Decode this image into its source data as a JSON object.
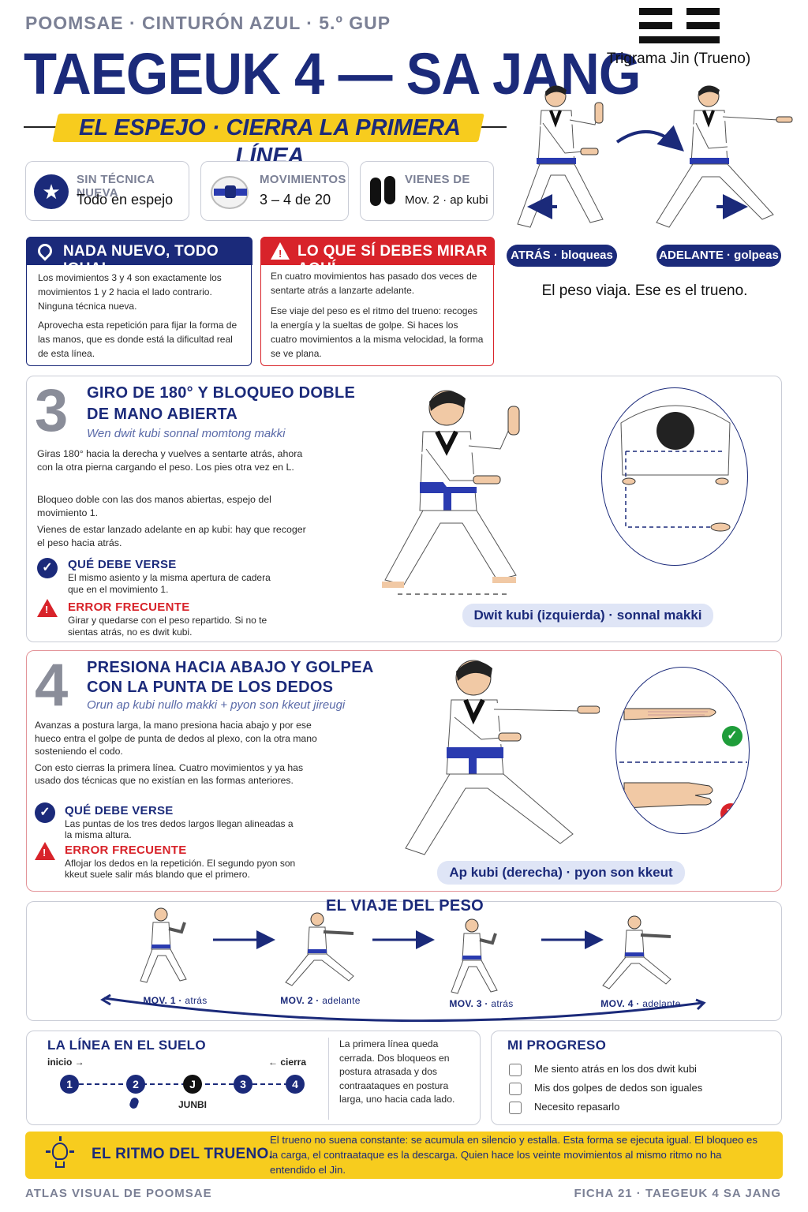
{
  "header": {
    "kicker": "POOMSAE · CINTURÓN AZUL · 5.º GUP",
    "title": "TAEGEUK 4 — SA JANG",
    "subtitle": "EL ESPEJO · CIERRA LA PRIMERA LÍNEA",
    "trigram_label": "Trigrama Jin (Trueno)"
  },
  "info_cards": [
    {
      "label": "SIN TÉCNICA NUEVA",
      "value": "Todo en espejo"
    },
    {
      "label": "MOVIMIENTOS",
      "value": "3 – 4 de 20"
    },
    {
      "label": "VIENES DE",
      "value": "Mov. 2 · ap kubi"
    }
  ],
  "hero": {
    "left_pill": "ATRÁS · bloqueas",
    "right_pill": "ADELANTE · golpeas",
    "caption": "El peso viaja. Ese es el trueno."
  },
  "box_nothing_new": {
    "title": "NADA NUEVO, TODO IGUAL",
    "p1": "Los movimientos 3 y 4 son exactamente los movimientos 1 y 2 hacia el lado contrario. Ninguna técnica nueva.",
    "p2": "Aprovecha esta repetición para fijar la forma de las manos, que es donde está la dificultad real de esta línea."
  },
  "box_watch": {
    "title": "LO QUE SÍ DEBES MIRAR AQUÍ",
    "p1": "En cuatro movimientos has pasado dos veces de sentarte atrás a lanzarte adelante.",
    "p2": "Ese viaje del peso es el ritmo del trueno: recoges la energía y la sueltas de golpe. Si haces los cuatro movimientos a la misma velocidad, la forma se ve plana."
  },
  "move3": {
    "number": "3",
    "title_line1": "GIRO DE 180° Y BLOQUEO DOBLE",
    "title_line2": "DE MANO ABIERTA",
    "korean": "Wen dwit kubi sonnal momtong makki",
    "p1": "Giras 180° hacia la derecha y vuelves a sentarte atrás, ahora con la otra pierna cargando el peso. Los pies otra vez en L.",
    "p2": "Bloqueo doble con las dos manos abiertas, espejo del movimiento 1.",
    "p3": "Vienes de estar lanzado adelante en ap kubi: hay que recoger el peso hacia atrás.",
    "check_title": "QUÉ DEBE VERSE",
    "check_text": "El mismo asiento y la misma apertura de cadera que en el movimiento 1.",
    "error_title": "ERROR FRECUENTE",
    "error_text": "Girar y quedarse con el peso repartido. Si no te sientas atrás, no es dwit kubi.",
    "stance_pill": "Dwit kubi (izquierda) · sonnal makki"
  },
  "move4": {
    "number": "4",
    "title_line1": "PRESIONA HACIA ABAJO Y GOLPEA",
    "title_line2": "CON LA PUNTA DE LOS DEDOS",
    "korean": "Orun ap kubi nullo makki + pyon son kkeut jireugi",
    "p1": "Avanzas a postura larga, la mano presiona hacia abajo y por ese hueco entra el golpe de punta de dedos al plexo, con la otra mano sosteniendo el codo.",
    "p2": "Con esto cierras la primera línea. Cuatro movimientos y ya has usado dos técnicas que no existían en las formas anteriores.",
    "check_title": "QUÉ DEBE VERSE",
    "check_text": "Las puntas de los tres dedos largos llegan alineadas a la misma altura.",
    "error_title": "ERROR FRECUENTE",
    "error_text": "Aflojar los dedos en la repetición. El segundo pyon son kkeut suele salir más blando que el primero.",
    "stance_pill": "Ap kubi (derecha) · pyon son kkeut"
  },
  "journey": {
    "title": "EL VIAJE DEL PESO",
    "steps": [
      {
        "mov": "MOV. 1",
        "dir": "atrás"
      },
      {
        "mov": "MOV. 2",
        "dir": "adelante"
      },
      {
        "mov": "MOV. 3",
        "dir": "atrás"
      },
      {
        "mov": "MOV. 4",
        "dir": "adelante"
      }
    ]
  },
  "floor_line": {
    "title": "LA LÍNEA EN EL SUELO",
    "start": "inicio →",
    "end": "← cierra",
    "nodes": [
      "1",
      "2",
      "J",
      "3",
      "4"
    ],
    "junbi": "JUNBI",
    "text": "La primera línea queda cerrada. Dos bloqueos en postura atrasada y dos contraataques en postura larga, uno hacia cada lado."
  },
  "progress": {
    "title": "MI PROGRESO",
    "items": [
      "Me siento atrás en los dos dwit kubi",
      "Mis dos golpes de dedos son iguales",
      "Necesito repasarlo"
    ]
  },
  "rhythm": {
    "title": "EL RITMO DEL TRUENO.",
    "text": "El trueno no suena constante: se acumula en silencio y estalla. Esta forma se ejecuta igual. El bloqueo es la carga, el contraataque es la descarga. Quien hace los veinte movimientos al mismo ritmo no ha entendido el Jin."
  },
  "footer": {
    "left": "ATLAS VISUAL DE POOMSAE",
    "right": "FICHA 21 · TAEGEUK 4 SA JANG"
  },
  "colors": {
    "navy": "#1b2a7a",
    "red": "#d8232a",
    "yellow": "#f7cc1e",
    "pill_light": "#dfe5f6"
  }
}
